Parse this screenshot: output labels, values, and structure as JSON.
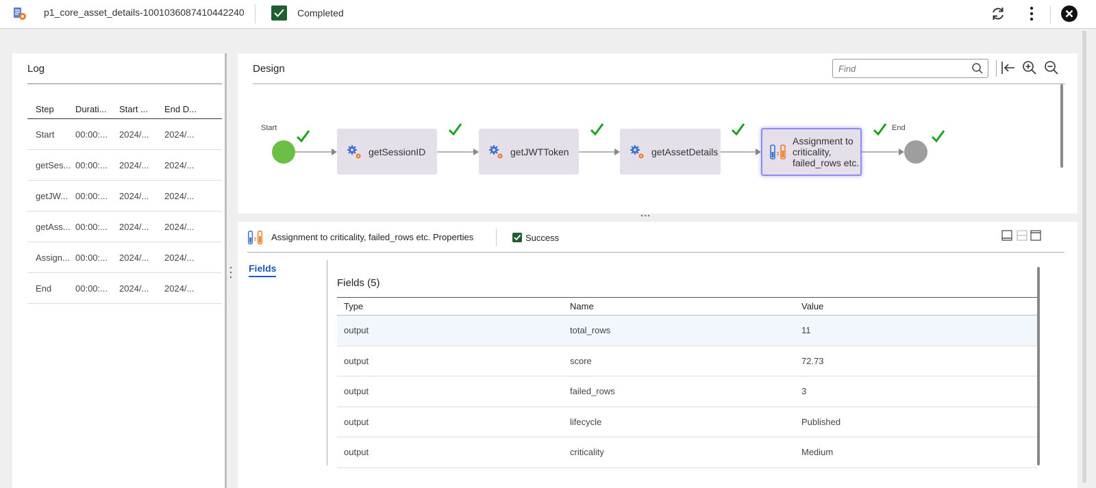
{
  "header": {
    "title": "p1_core_asset_details-1001036087410442240",
    "status": "Completed",
    "icons": {
      "app": "process-icon",
      "refresh": "refresh-icon",
      "more": "more-vertical-icon",
      "close": "close-icon"
    }
  },
  "log": {
    "title": "Log",
    "columns": [
      "Step",
      "Durati...",
      "Start ...",
      "End D..."
    ],
    "rows": [
      {
        "step": "Start",
        "duration": "00:00:...",
        "start": "2024/...",
        "end": "2024/..."
      },
      {
        "step": "getSes...",
        "duration": "00:00:...",
        "start": "2024/...",
        "end": "2024/..."
      },
      {
        "step": "getJW...",
        "duration": "00:00:...",
        "start": "2024/...",
        "end": "2024/..."
      },
      {
        "step": "getAss...",
        "duration": "00:00:...",
        "start": "2024/...",
        "end": "2024/..."
      },
      {
        "step": "Assign...",
        "duration": "00:00:...",
        "start": "2024/...",
        "end": "2024/..."
      },
      {
        "step": "End",
        "duration": "00:00:...",
        "start": "2024/...",
        "end": "2024/..."
      }
    ]
  },
  "design": {
    "title": "Design",
    "find_placeholder": "Find",
    "start_label": "Start",
    "end_label": "End",
    "nodes": [
      {
        "label": "getSessionID"
      },
      {
        "label": "getJWTToken"
      },
      {
        "label": "getAssetDetails"
      },
      {
        "label_lines": [
          "Assignment to",
          "criticality,",
          "failed_rows etc."
        ]
      }
    ],
    "colors": {
      "start": "#6cbf45",
      "end": "#9e9e9e",
      "check": "#1aa31a",
      "node_bg": "#e4dfe8",
      "selected_border": "#8f8bf3"
    }
  },
  "properties": {
    "title": "Assignment to criticality, failed_rows etc. Properties",
    "status": "Success",
    "tab": "Fields",
    "fields_title": "Fields (5)",
    "columns": [
      "Type",
      "Name",
      "Value"
    ],
    "rows": [
      {
        "type": "output",
        "name": "total_rows",
        "value": "11"
      },
      {
        "type": "output",
        "name": "score",
        "value": "72.73"
      },
      {
        "type": "output",
        "name": "failed_rows",
        "value": "3"
      },
      {
        "type": "output",
        "name": "lifecycle",
        "value": "Published"
      },
      {
        "type": "output",
        "name": "criticality",
        "value": "Medium"
      }
    ]
  }
}
